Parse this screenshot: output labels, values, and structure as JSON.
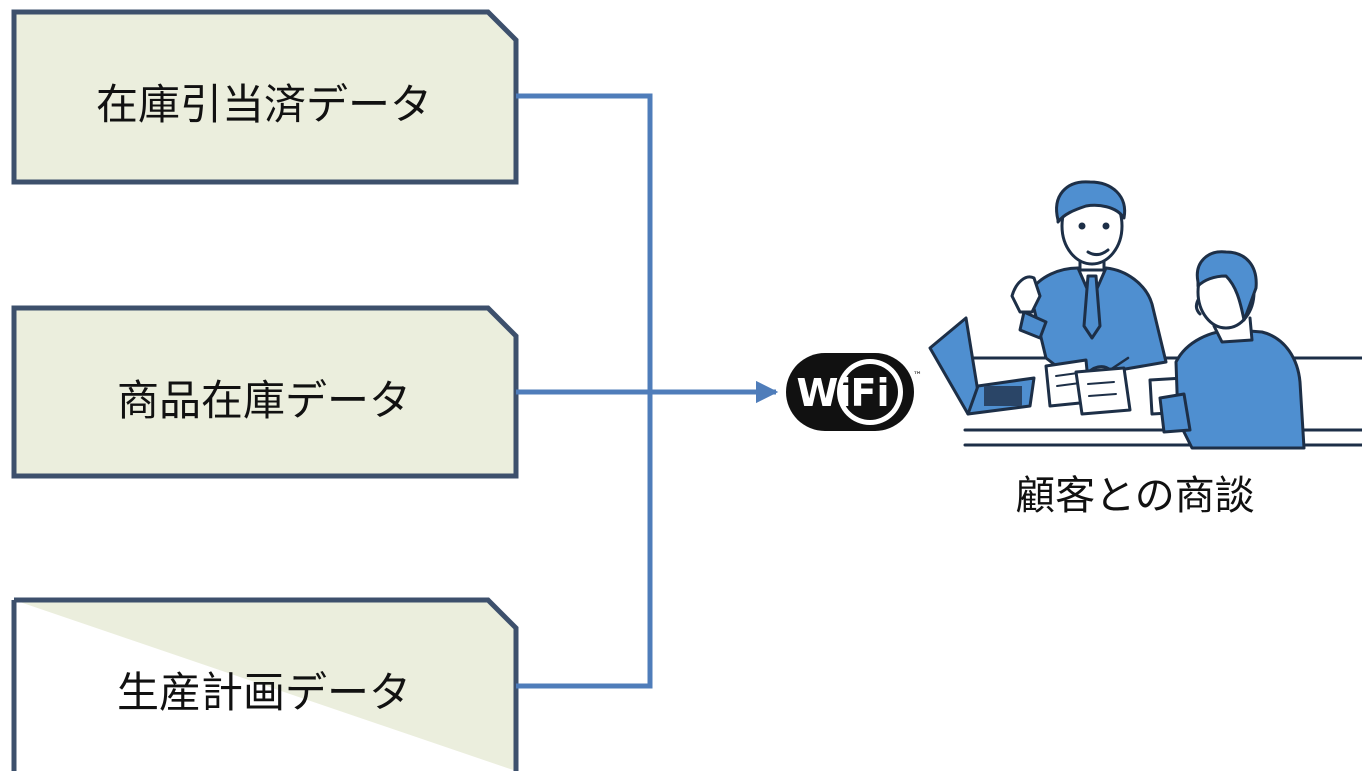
{
  "data_boxes": [
    {
      "label": "在庫引当済データ"
    },
    {
      "label": "商品在庫データ"
    },
    {
      "label": "生産計画データ"
    }
  ],
  "wifi_logo": {
    "left": "Wi",
    "right": "Fi",
    "trademark": "™"
  },
  "illustration": {
    "subject": "business-meeting"
  },
  "caption": "顧客との商談",
  "colors": {
    "box_fill": "#ebeedd",
    "box_stroke": "#3d506c",
    "connector": "#4f7dba",
    "suit": "#4f8fd0"
  }
}
